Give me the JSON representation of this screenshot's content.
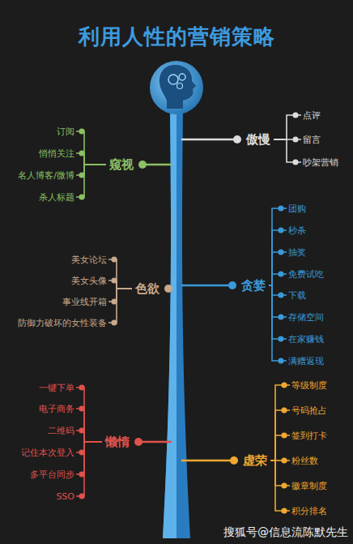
{
  "diagram": {
    "title": "利用人性的营销策略",
    "nodes": [
      {
        "text": [
          "傲慢"
        ]
      },
      {
        "text": [
          "点评"
        ]
      },
      {
        "text": [
          "留言"
        ]
      },
      {
        "text": [
          "吵架营销"
        ]
      },
      {
        "text": [
          "窥视"
        ]
      },
      {
        "text": [
          "订阅"
        ]
      },
      {
        "text": [
          "悄悄关注"
        ]
      },
      {
        "text": [
          "名人博客/微博"
        ]
      },
      {
        "text": [
          "杀人标题"
        ]
      },
      {
        "text": [
          "贪婪"
        ]
      },
      {
        "text": [
          "团购"
        ]
      },
      {
        "text": [
          "秒杀"
        ]
      },
      {
        "text": [
          "抽奖"
        ]
      },
      {
        "text": [
          "免费试吃"
        ]
      },
      {
        "text": [
          "下载"
        ]
      },
      {
        "text": [
          "存储空间"
        ]
      },
      {
        "text": [
          "在家赚钱"
        ]
      },
      {
        "text": [
          "满赠返现"
        ]
      },
      {
        "text": [
          "色欲"
        ]
      },
      {
        "text": [
          "美女论坛"
        ]
      },
      {
        "text": [
          "美女头像"
        ]
      },
      {
        "text": [
          "事业线开箱"
        ]
      },
      {
        "text": [
          "防御力破坏的女性装备"
        ]
      },
      {
        "text": [
          "懒惰"
        ]
      },
      {
        "text": [
          "一键下单"
        ]
      },
      {
        "text": [
          "电子商务"
        ]
      },
      {
        "text": [
          "二维码"
        ]
      },
      {
        "text": [
          "记住本次登入"
        ]
      },
      {
        "text": [
          "多平台同步"
        ]
      },
      {
        "text": [
          "SSO"
        ]
      },
      {
        "text": [
          "虚荣"
        ]
      },
      {
        "text": [
          "等级制度"
        ]
      },
      {
        "text": [
          "号码抢占"
        ]
      },
      {
        "text": [
          "签到打卡"
        ]
      },
      {
        "text": [
          "粉丝数"
        ]
      },
      {
        "text": [
          "徽章制度"
        ]
      },
      {
        "text": [
          "积分排名"
        ]
      }
    ],
    "edges": [
      {
        "from": 0,
        "to": 1,
        "arrow": "none"
      },
      {
        "from": 0,
        "to": 2,
        "arrow": "none"
      },
      {
        "from": 0,
        "to": 3,
        "arrow": "none"
      },
      {
        "from": 4,
        "to": 5,
        "arrow": "none"
      },
      {
        "from": 4,
        "to": 6,
        "arrow": "none"
      },
      {
        "from": 4,
        "to": 7,
        "arrow": "none"
      },
      {
        "from": 4,
        "to": 8,
        "arrow": "none"
      },
      {
        "from": 9,
        "to": 10,
        "arrow": "none"
      },
      {
        "from": 9,
        "to": 11,
        "arrow": "none"
      },
      {
        "from": 9,
        "to": 12,
        "arrow": "none"
      },
      {
        "from": 9,
        "to": 13,
        "arrow": "none"
      },
      {
        "from": 9,
        "to": 14,
        "arrow": "none"
      },
      {
        "from": 9,
        "to": 15,
        "arrow": "none"
      },
      {
        "from": 9,
        "to": 16,
        "arrow": "none"
      },
      {
        "from": 9,
        "to": 17,
        "arrow": "none"
      },
      {
        "from": 18,
        "to": 19,
        "arrow": "none"
      },
      {
        "from": 18,
        "to": 20,
        "arrow": "none"
      },
      {
        "from": 18,
        "to": 21,
        "arrow": "none"
      },
      {
        "from": 18,
        "to": 22,
        "arrow": "none"
      },
      {
        "from": 23,
        "to": 24,
        "arrow": "none"
      },
      {
        "from": 23,
        "to": 25,
        "arrow": "none"
      },
      {
        "from": 23,
        "to": 26,
        "arrow": "none"
      },
      {
        "from": 23,
        "to": 27,
        "arrow": "none"
      },
      {
        "from": 23,
        "to": 28,
        "arrow": "none"
      },
      {
        "from": 23,
        "to": 29,
        "arrow": "none"
      },
      {
        "from": 30,
        "to": 31,
        "arrow": "none"
      },
      {
        "from": 30,
        "to": 32,
        "arrow": "none"
      },
      {
        "from": 30,
        "to": 33,
        "arrow": "none"
      },
      {
        "from": 30,
        "to": 34,
        "arrow": "none"
      },
      {
        "from": 30,
        "to": 35,
        "arrow": "none"
      },
      {
        "from": 30,
        "to": 36,
        "arrow": "none"
      }
    ],
    "labels": [
      "搜狐号@信息流陈默先生"
    ]
  }
}
